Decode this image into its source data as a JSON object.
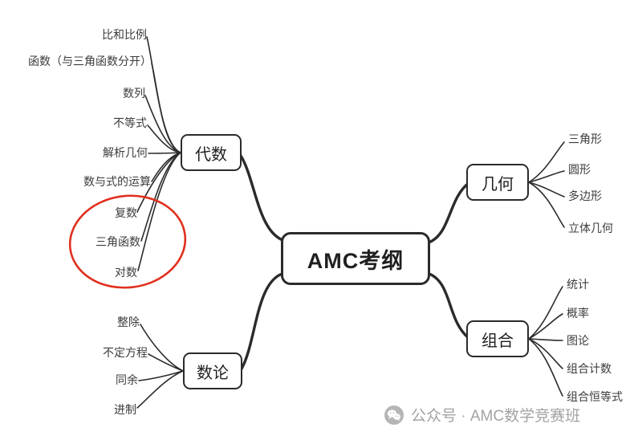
{
  "center": {
    "label": "AMC考纲"
  },
  "branches": [
    {
      "label": "代数",
      "leaves": [
        "比和比例",
        "函数（与三角函数分开）",
        "数列",
        "不等式",
        "解析几何",
        "数与式的运算",
        "复数",
        "三角函数",
        "对数"
      ]
    },
    {
      "label": "数论",
      "leaves": [
        "整除",
        "不定方程",
        "同余",
        "进制"
      ]
    },
    {
      "label": "几何",
      "leaves": [
        "三角形",
        "圆形",
        "多边形",
        "立体几何"
      ]
    },
    {
      "label": "组合",
      "leaves": [
        "统计",
        "概率",
        "图论",
        "组合计数",
        "组合恒等式"
      ]
    }
  ],
  "annotation": {
    "circled_items": [
      "复数",
      "三角函数",
      "对数"
    ],
    "circle_color": "#e0301e"
  },
  "watermark": {
    "icon": "wechat-icon",
    "text": "公众号 · AMC数学竞赛班",
    "color": "#a3a3a3"
  },
  "colors": {
    "line": "#2b2b2b",
    "leaf_text": "#3c3c3c"
  }
}
